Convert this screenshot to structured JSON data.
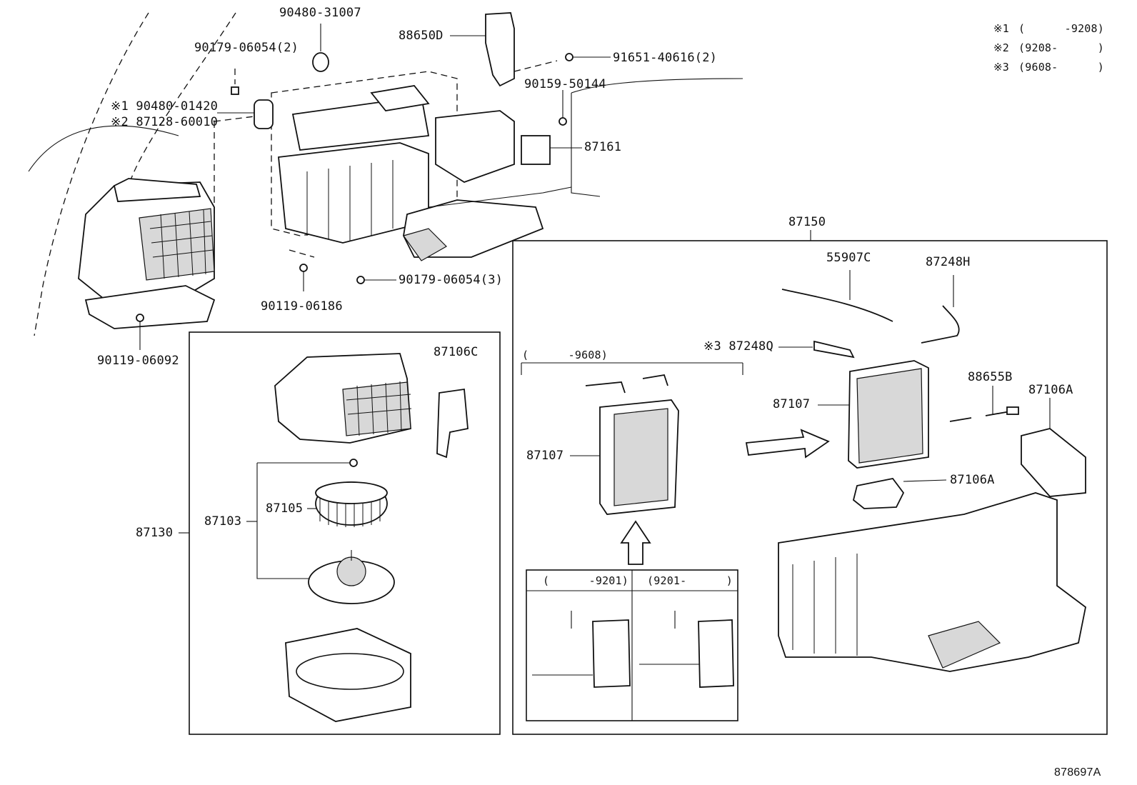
{
  "notes": [
    {
      "mark": "※1",
      "range": "(      -9208)"
    },
    {
      "mark": "※2",
      "range": "(9208-      )"
    },
    {
      "mark": "※3",
      "range": "(9608-      )"
    }
  ],
  "parts": {
    "p90480_31007": "90480-31007",
    "p88650D": "88650D",
    "p91651": "91651-40616(2)",
    "p90179_2": "90179-06054(2)",
    "p90159": "90159-50144",
    "p90480_01420": "※1 90480-01420",
    "p87128": "※2 87128-60010",
    "p87161": "87161",
    "p90179_3": "90179-06054(3)",
    "p90119_06186": "90119-06186",
    "p90119_06092": "90119-06092",
    "p87106C": "87106C",
    "p87130": "87130",
    "p87103": "87103",
    "p87105": "87105",
    "p87150": "87150",
    "p55907C": "55907C",
    "p87248H": "87248H",
    "p87248Q": "※3 87248Q",
    "p88655B": "88655B",
    "p87106A_a": "87106A",
    "p87107_r": "87107",
    "p87107_l": "87107",
    "p87106A_b": "87106A"
  },
  "ranges": {
    "r9608": "(      -9608)",
    "r9201a": "(      -9201)",
    "r9201b": "(9201-      )"
  },
  "figure_ref": "878697A",
  "icons": [
    "blower-unit",
    "heater-core",
    "evaporator",
    "blower-fan",
    "blower-motor",
    "resistor",
    "air-duct"
  ]
}
